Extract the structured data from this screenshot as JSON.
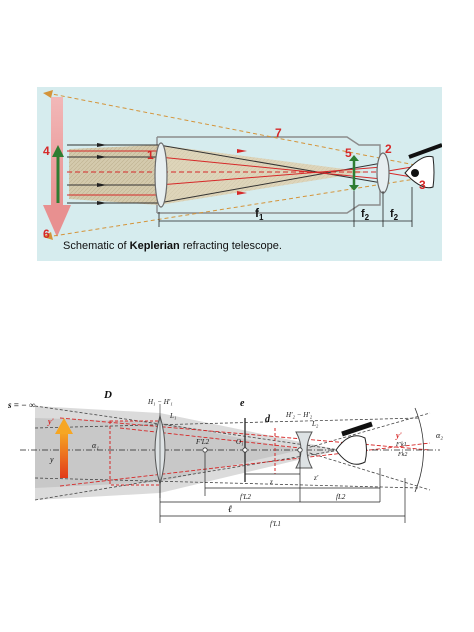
{
  "figure1": {
    "caption_prefix": "Schematic of ",
    "caption_bold": "Keplerian",
    "caption_suffix": " refracting telescope.",
    "labels": {
      "n1": "1",
      "n2": "2",
      "n3": "3",
      "n4": "4",
      "n5": "5",
      "n6": "6",
      "n7": "7"
    },
    "dims": {
      "f1_main": "f",
      "f1_sub": "1",
      "f2a_main": "f",
      "f2a_sub": "2",
      "f2b_main": "f",
      "f2b_sub": "2"
    },
    "colors": {
      "panel": "#d6ecee",
      "red": "#d62828",
      "green": "#2e7d32",
      "tube": "#9a9a9a",
      "cone": "#c9b99a"
    }
  },
  "figure2": {
    "s_label": "s = − ∞",
    "D_label": "D",
    "H1_label": "H₁ − H'₁",
    "L1_label": "L₁",
    "e_label": "e",
    "d_label": "d",
    "H2_label": "H'₂ − H'₂",
    "L2_label": "L₂",
    "y_prime_label": "y'",
    "y_label": "y",
    "alpha1_label": "α₁",
    "FL2_label": "F'L2",
    "O1_label": "O₁",
    "z_label": "z",
    "z_prime_label": "z'",
    "alpha2_label": "α₂",
    "y2_label": "y'",
    "Fk1_label": "F'k1",
    "Fk2_label": "Fk2",
    "fL2_label": "f'L2",
    "f_L2_label": "fL2",
    "l_label": "ℓ",
    "fL1_label": "f'L1"
  }
}
